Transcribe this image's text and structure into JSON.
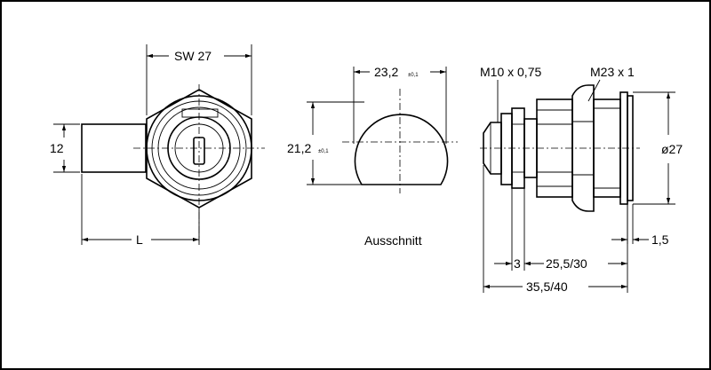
{
  "labels": {
    "sw": "SW 27",
    "height_12": "12",
    "length_l": "L",
    "cutout_width": "23,2",
    "cutout_width_tol": "±0,1",
    "cutout_height": "21,2",
    "cutout_height_tol": "±0,1",
    "cutout_caption": "Ausschnitt",
    "thread_small": "M10 x 0,75",
    "thread_large": "M23 x 1",
    "diameter": "ø27",
    "dim_3": "3",
    "dim_25": "25,5/30",
    "dim_35": "35,5/40",
    "dim_15": "1,5"
  }
}
